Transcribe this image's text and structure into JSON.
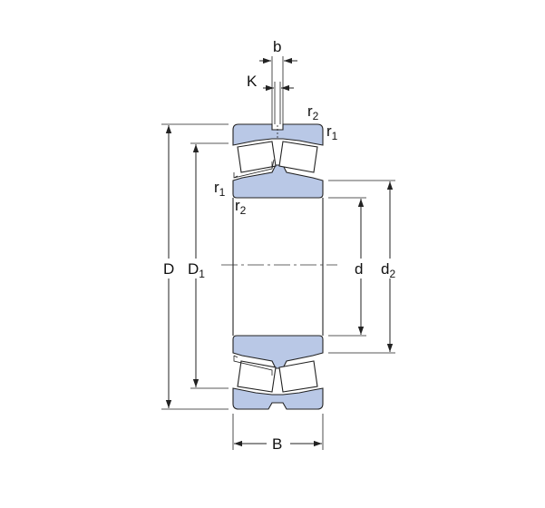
{
  "colors": {
    "ring_fill": "#b9c8e6",
    "line": "#222222",
    "background": "#ffffff"
  },
  "labels": {
    "b": "b",
    "K": "K",
    "r2_top": {
      "base": "r",
      "sub": "2"
    },
    "r1_top": {
      "base": "r",
      "sub": "1"
    },
    "r1_left": {
      "base": "r",
      "sub": "1"
    },
    "r2_left": {
      "base": "r",
      "sub": "2"
    },
    "D": "D",
    "D1": {
      "base": "D",
      "sub": "1"
    },
    "d": "d",
    "d2": {
      "base": "d",
      "sub": "2"
    },
    "B": "B"
  }
}
